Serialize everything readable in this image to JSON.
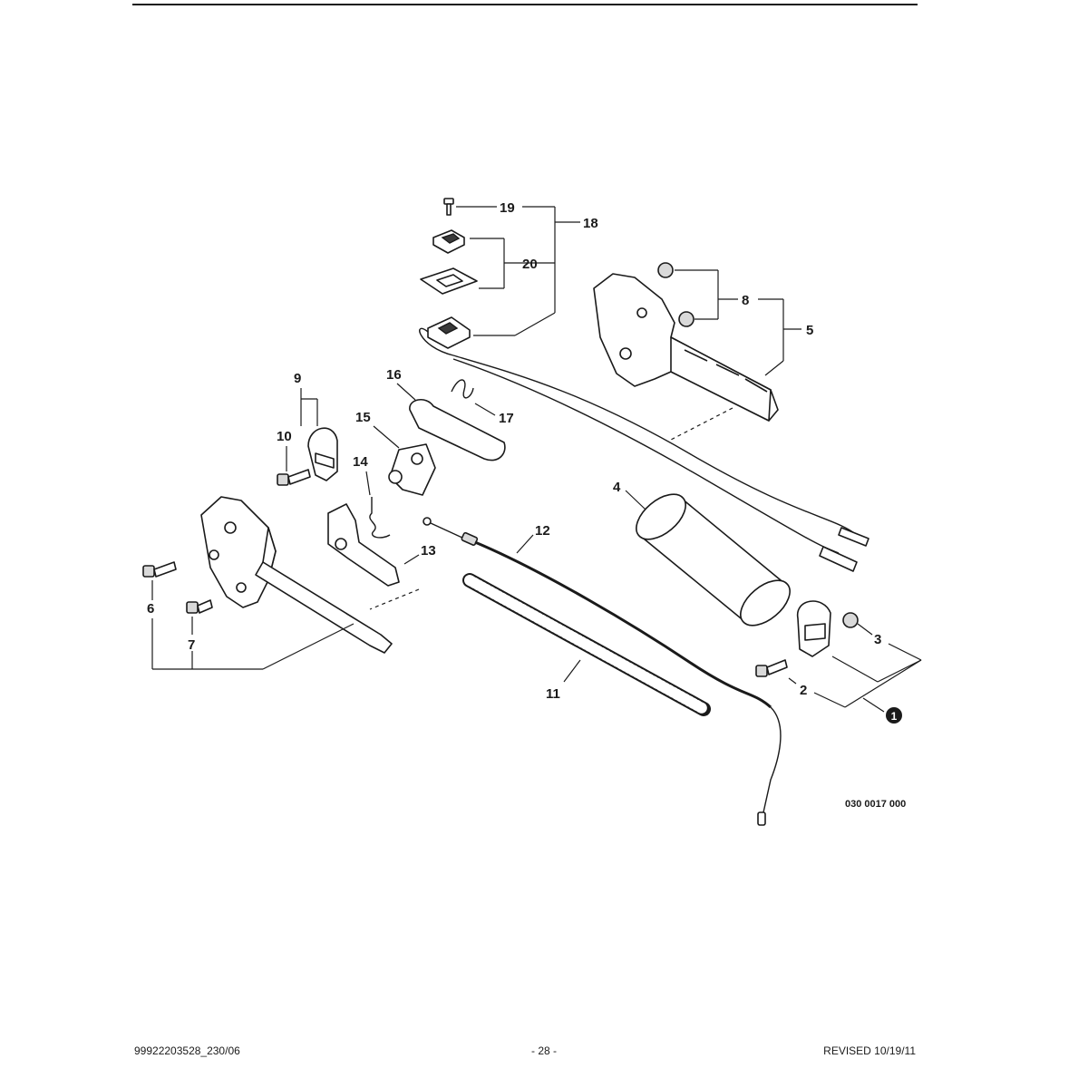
{
  "document": {
    "figure_code": "030 0017 000",
    "footer": {
      "part_number": "99922203528_230/06",
      "page": "- 28 -",
      "revised": "REVISED 10/19/11"
    }
  },
  "callouts": [
    {
      "id": "c1",
      "label": "1"
    },
    {
      "id": "c2",
      "label": "2"
    },
    {
      "id": "c3",
      "label": "3"
    },
    {
      "id": "c4",
      "label": "4"
    },
    {
      "id": "c5",
      "label": "5"
    },
    {
      "id": "c6",
      "label": "6"
    },
    {
      "id": "c7",
      "label": "7"
    },
    {
      "id": "c8",
      "label": "8"
    },
    {
      "id": "c9",
      "label": "9"
    },
    {
      "id": "c10",
      "label": "10"
    },
    {
      "id": "c11",
      "label": "11"
    },
    {
      "id": "c12",
      "label": "12"
    },
    {
      "id": "c13",
      "label": "13"
    },
    {
      "id": "c14",
      "label": "14"
    },
    {
      "id": "c15",
      "label": "15"
    },
    {
      "id": "c16",
      "label": "16"
    },
    {
      "id": "c17",
      "label": "17"
    },
    {
      "id": "c18",
      "label": "18"
    },
    {
      "id": "c19",
      "label": "19"
    },
    {
      "id": "c20",
      "label": "20"
    }
  ]
}
